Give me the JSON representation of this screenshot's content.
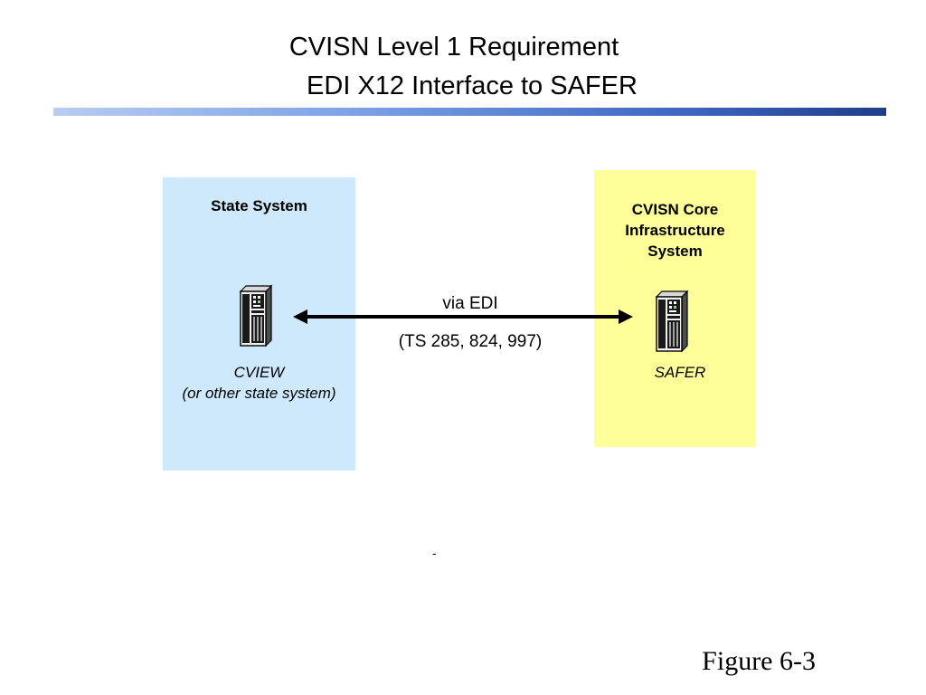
{
  "title": {
    "line1": "CVISN Level 1 Requirement",
    "line2": "EDI X12 Interface to SAFER"
  },
  "state_box": {
    "title": "State System",
    "system_name": "CVIEW",
    "system_note": "(or other state system)",
    "color": "#cde9fb"
  },
  "core_box": {
    "title_line1": "CVISN Core",
    "title_line2": "Infrastructure",
    "title_line3": "System",
    "system_name": "SAFER",
    "color": "#ffff99"
  },
  "connection": {
    "label": "via EDI",
    "transactions": "(TS 285, 824, 997)"
  },
  "stray_mark": "-",
  "caption": "Figure 6-3",
  "icons": {
    "server": "server-tower-icon",
    "arrow": "double-headed-arrow"
  }
}
